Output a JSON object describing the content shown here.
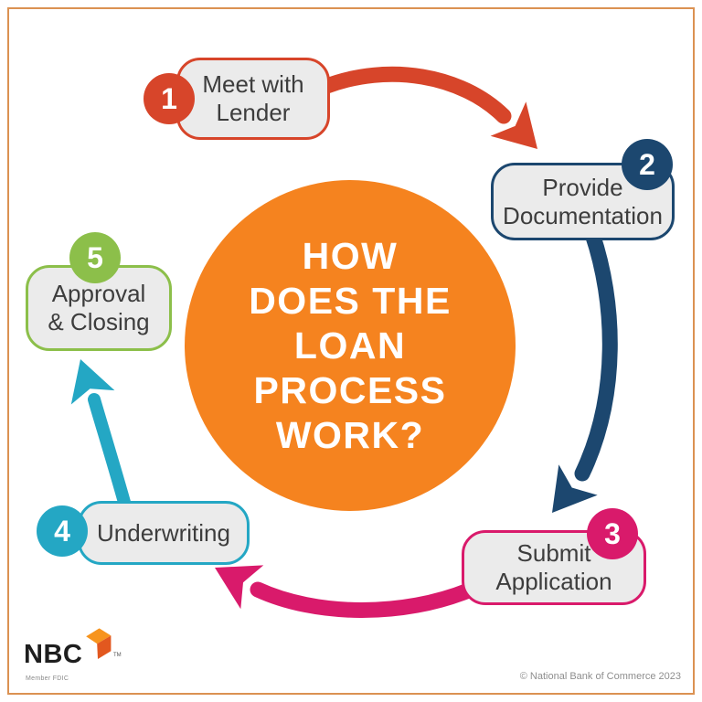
{
  "frame": {
    "border_color": "#db9252",
    "background": "#ffffff"
  },
  "center_circle": {
    "color": "#f5831f",
    "text_color": "#ffffff",
    "lines": [
      "HOW",
      "DOES THE",
      "LOAN",
      "PROCESS",
      "WORK?"
    ]
  },
  "step_box": {
    "fill": "#ebebeb",
    "text_color": "#3d3d3d"
  },
  "steps": [
    {
      "number": "1",
      "line1": "Meet with",
      "line2": "Lender",
      "color": "#d7452a"
    },
    {
      "number": "2",
      "line1": "Provide",
      "line2": "Documentation",
      "color": "#1c476f"
    },
    {
      "number": "3",
      "line1": "Submit",
      "line2": "Application",
      "color": "#d91a6b"
    },
    {
      "number": "4",
      "line1": "Underwriting",
      "line2": "",
      "color": "#24a7c4"
    },
    {
      "number": "5",
      "line1": "Approval",
      "line2": "& Closing",
      "color": "#8cbf4a"
    }
  ],
  "arrows": [
    {
      "name": "step-1-to-2",
      "color": "#d7452a"
    },
    {
      "name": "step-2-to-3",
      "color": "#1c476f"
    },
    {
      "name": "step-3-to-4",
      "color": "#d91a6b"
    },
    {
      "name": "step-4-to-5",
      "color": "#24a7c4"
    }
  ],
  "footer": {
    "logo": "NBC",
    "tm": "TM",
    "cube_light": "#f7941d",
    "cube_dark": "#e2581f",
    "member": "Member FDIC",
    "copyright": "© National Bank of Commerce 2023"
  }
}
